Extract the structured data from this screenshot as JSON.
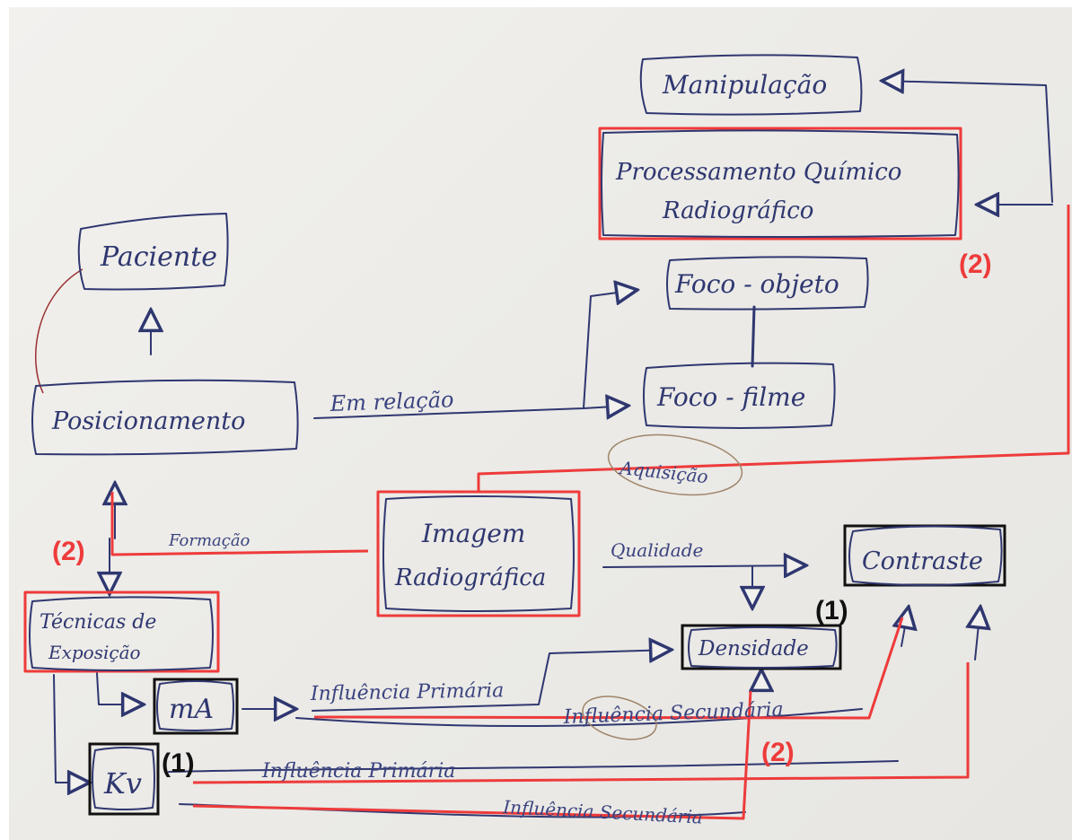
{
  "nodes": {
    "manipulacao": "Manipulação",
    "processamento_line1": "Processamento Químico",
    "processamento_line2": "Radiográfico",
    "paciente": "Paciente",
    "foco_objeto": "Foco - objeto",
    "foco_filme": "Foco - filme",
    "posicionamento": "Posicionamento",
    "imagem_line1": "Imagem",
    "imagem_line2": "Radiográfica",
    "contraste": "Contraste",
    "densidade": "Densidade",
    "tecnicas_line1": "Técnicas de",
    "tecnicas_line2": "Exposição",
    "ma": "mA",
    "kv": "Kv"
  },
  "edge_labels": {
    "em_relacao": "Em relação",
    "aquisicao": "Aquisição",
    "formacao": "Formação",
    "qualidade": "Qualidade",
    "influencia_primaria_ma": "Influência Primária",
    "influencia_secundaria_ma": "Influência Secundária",
    "influencia_primaria_kv": "Influência Primária",
    "influencia_secundaria_kv": "Influência Secundária"
  },
  "markers": {
    "red_2_processamento": "(2)",
    "red_2_tecnicas": "(2)",
    "red_2_bottom": "(2)",
    "black_1_densidade": "(1)",
    "black_1_kv": "(1)"
  },
  "colors": {
    "ink": "#2f3770",
    "annotation_red": "#ee3b3b",
    "annotation_black": "#111111",
    "paper": "#eceae6"
  }
}
